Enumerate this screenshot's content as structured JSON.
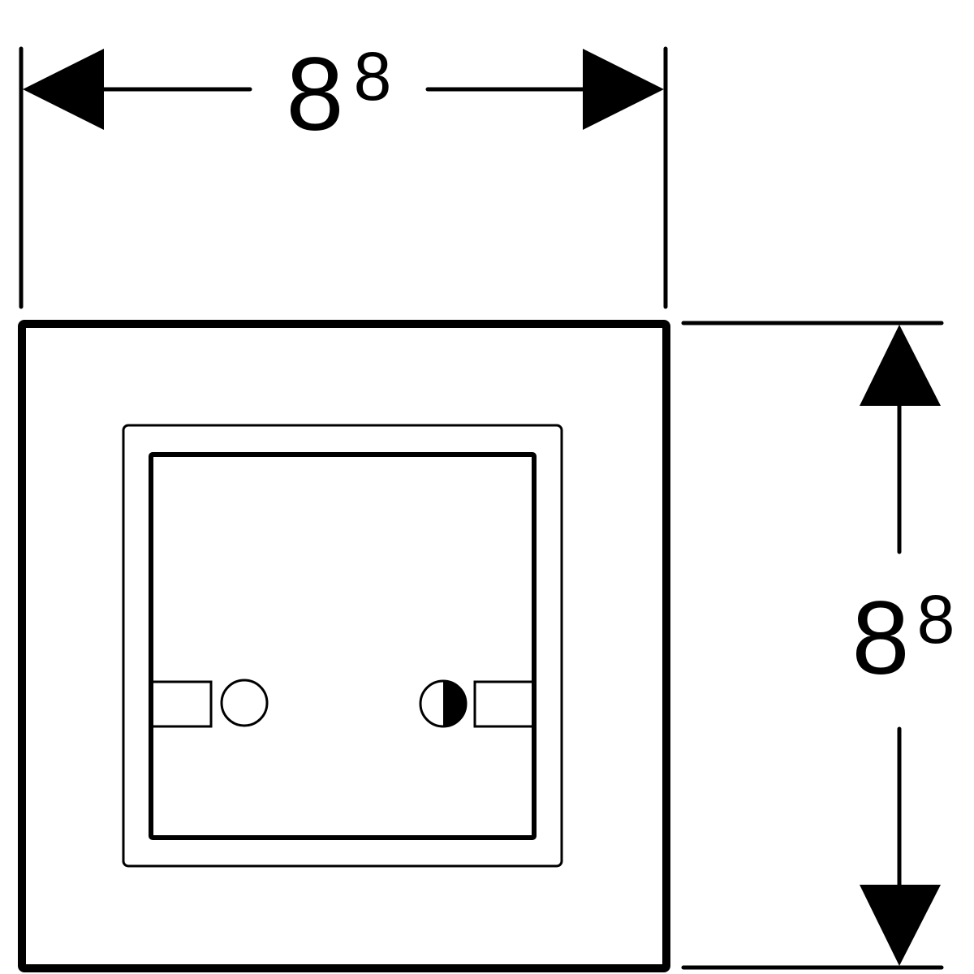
{
  "dimensions": {
    "width": {
      "main": "8",
      "superscript": "8"
    },
    "height": {
      "main": "8",
      "superscript": "8"
    }
  },
  "colors": {
    "line": "#000000",
    "background": "#ffffff"
  },
  "icons": {
    "left_button_symbol": "circle-icon",
    "right_button_symbol": "half-filled-circle-icon"
  }
}
